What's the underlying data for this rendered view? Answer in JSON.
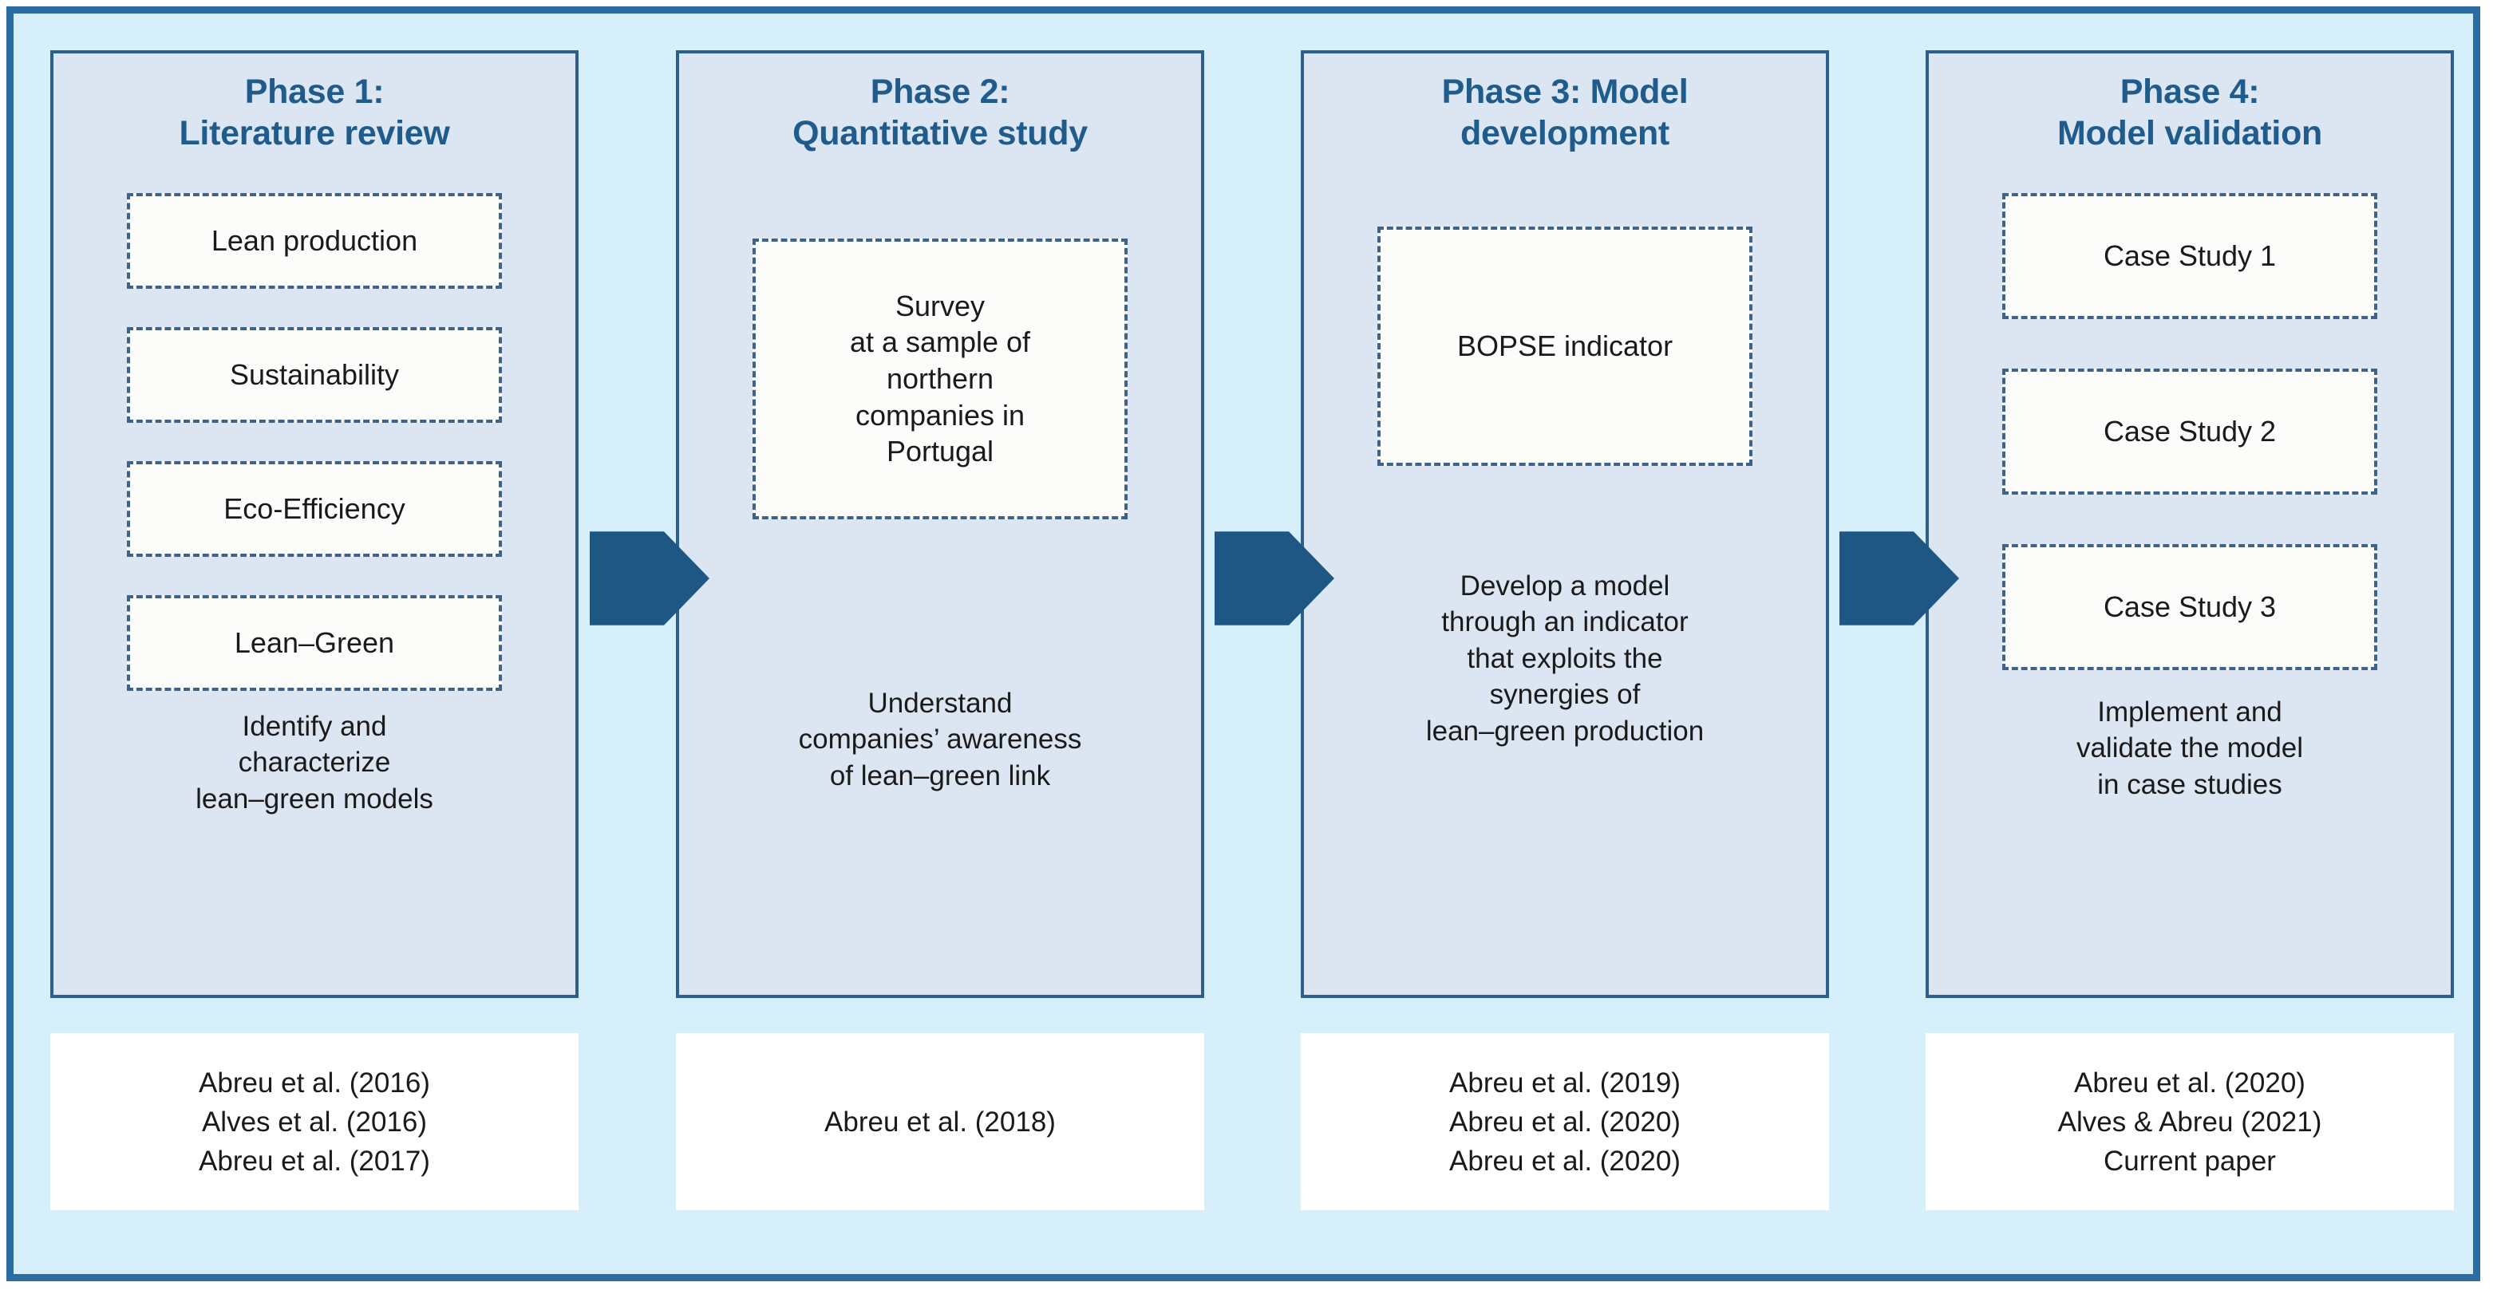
{
  "figure": {
    "type": "flow-diagram",
    "orientation": "left-to-right",
    "background_color": "#D7EEFB",
    "frame_color": "#2B6CA3",
    "panel_fill": "#DCE6F2",
    "panel_border_color": "#2D5F8B",
    "title_color": "#1F5C8B",
    "arrow_color": "#1E5684",
    "inner_box_fill": "#FCFCFA",
    "inner_box_border_color": "#3F6287",
    "reference_box_fill": "#FFFFFF"
  },
  "arrows": [
    {
      "name": "arrow-phase1-to-phase2",
      "direction": "right"
    },
    {
      "name": "arrow-phase2-to-phase3",
      "direction": "right"
    },
    {
      "name": "arrow-phase3-to-phase4",
      "direction": "right"
    }
  ],
  "phases": [
    {
      "title": "Phase 1:\nLiterature review",
      "title_line1": "Phase 1:",
      "title_line2": "Literature review",
      "items": [
        "Lean production",
        "Sustainability",
        "Eco-Efficiency",
        "Lean–Green"
      ],
      "caption": "Identify and characterize lean–green models",
      "caption_lines": [
        "Identify and",
        "characterize",
        "lean–green models"
      ],
      "references": [
        "Abreu et al. (2016)",
        "Alves et al. (2016)",
        "Abreu et al. (2017)"
      ]
    },
    {
      "title": "Phase 2:\nQuantitative study",
      "title_line1": "Phase 2:",
      "title_line2": "Quantitative study",
      "items": [
        "Survey at a sample of northern companies in Portugal"
      ],
      "item_lines": [
        "Survey",
        "at a sample of",
        "northern",
        "companies in",
        "Portugal"
      ],
      "caption": "Understand companies’ awareness of lean–green link",
      "caption_lines": [
        "Understand",
        "companies’ awareness",
        "of lean–green link"
      ],
      "references": [
        "Abreu et al. (2018)"
      ]
    },
    {
      "title": "Phase 3: Model development",
      "title_line1": "Phase 3: Model",
      "title_line2": "development",
      "items": [
        "BOPSE indicator"
      ],
      "caption": "Develop a model through an indicator that exploits the synergies of lean–green production",
      "caption_lines": [
        "Develop a model",
        "through an indicator",
        "that exploits the",
        "synergies of",
        "lean–green production"
      ],
      "references": [
        "Abreu et al. (2019)",
        "Abreu et al. (2020)",
        "Abreu et al. (2020)"
      ]
    },
    {
      "title": "Phase 4: Model validation",
      "title_line1": "Phase 4:",
      "title_line2": "Model validation",
      "items": [
        "Case Study 1",
        "Case Study 2",
        "Case Study 3"
      ],
      "caption": "Implement and validate the model in case studies",
      "caption_lines": [
        "Implement and",
        "validate the model",
        "in case studies"
      ],
      "references": [
        "Abreu et al. (2020)",
        "Alves & Abreu (2021)",
        "Current paper"
      ]
    }
  ]
}
